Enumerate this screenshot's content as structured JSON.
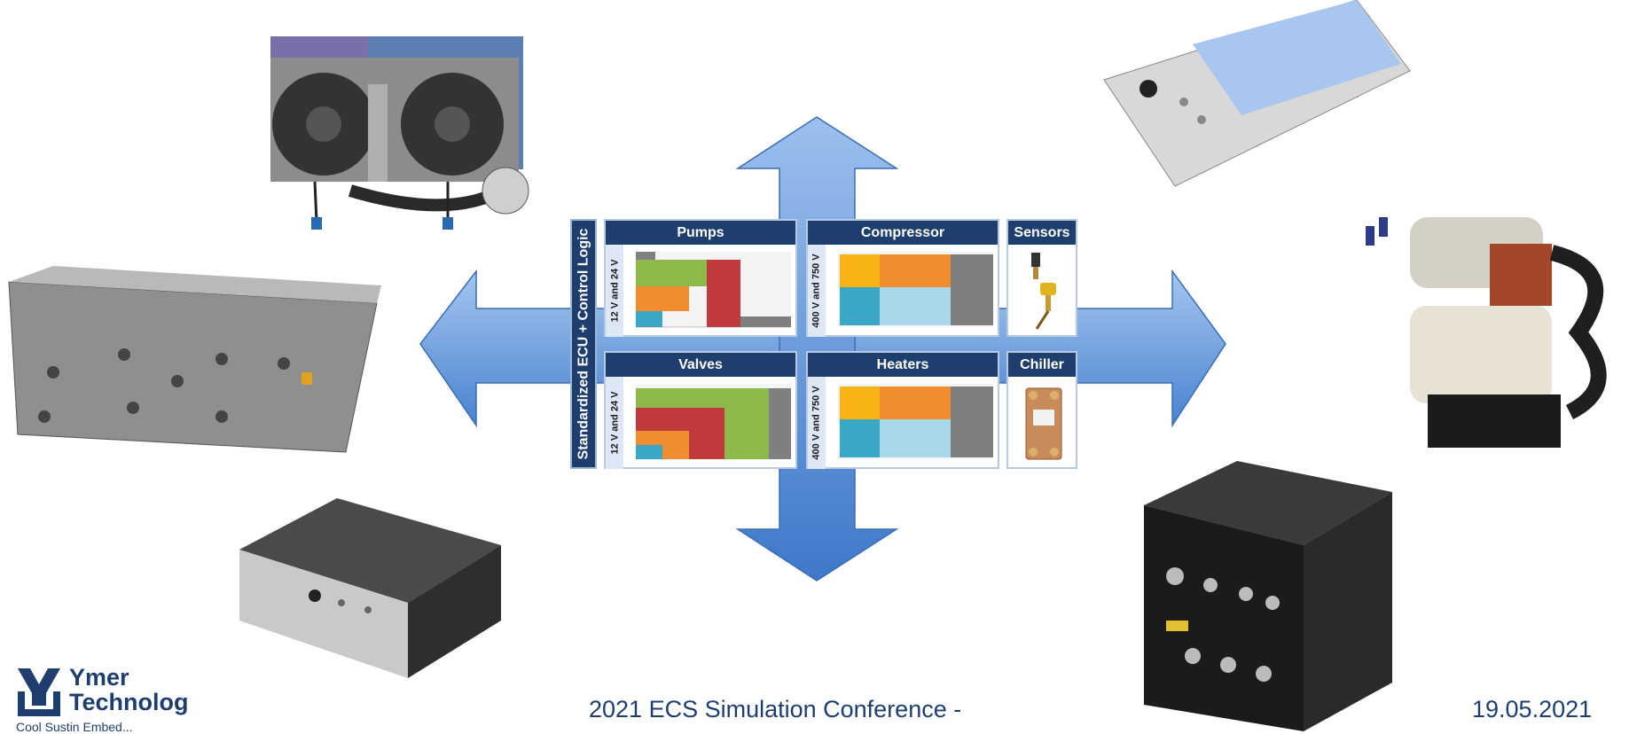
{
  "ecu_label": "Standardized ECU + Control Logic",
  "modules": {
    "pumps": {
      "title": "Pumps",
      "voltage": "12 V and 24 V"
    },
    "compressor": {
      "title": "Compressor",
      "voltage": "400 V and 750 V"
    },
    "sensors": {
      "title": "Sensors"
    },
    "valves": {
      "title": "Valves",
      "voltage": "12 V and 24 V"
    },
    "heaters": {
      "title": "Heaters",
      "voltage": "400 V and 750 V"
    },
    "chiller": {
      "title": "Chiller"
    }
  },
  "logo": {
    "line1": "Ymer",
    "line2": "Technolog",
    "tagline": "Cool Sustin Embed..."
  },
  "footer": {
    "conference": "2021 ECS Simulation Conference -",
    "date": "19.05.2021"
  },
  "colors": {
    "navy": "#1e3f6e",
    "arrow": "#5b8ed6",
    "orange": "#f28c30",
    "green": "#8db84a",
    "red": "#c0393b",
    "teal": "#3aa7c4",
    "yellow": "#f7b515",
    "gray": "#7f7f7f"
  }
}
